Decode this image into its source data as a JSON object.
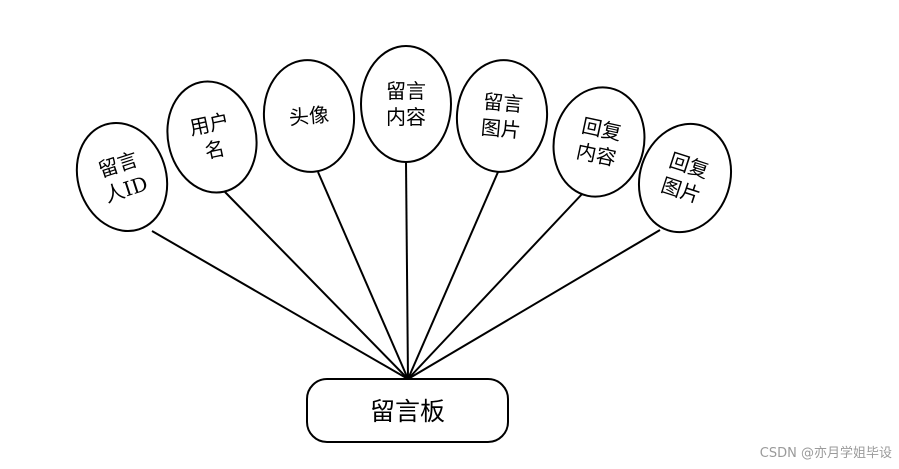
{
  "entity": {
    "label": "留言板"
  },
  "attributes": [
    {
      "lines": [
        "留言",
        "人ID"
      ]
    },
    {
      "lines": [
        "用户",
        "名"
      ]
    },
    {
      "lines": [
        "头像"
      ]
    },
    {
      "lines": [
        "留言",
        "内容"
      ]
    },
    {
      "lines": [
        "留言",
        "图片"
      ]
    },
    {
      "lines": [
        "回复",
        "内容"
      ]
    },
    {
      "lines": [
        "回复",
        "图片"
      ]
    }
  ],
  "watermark": "CSDN @亦月学姐毕设"
}
